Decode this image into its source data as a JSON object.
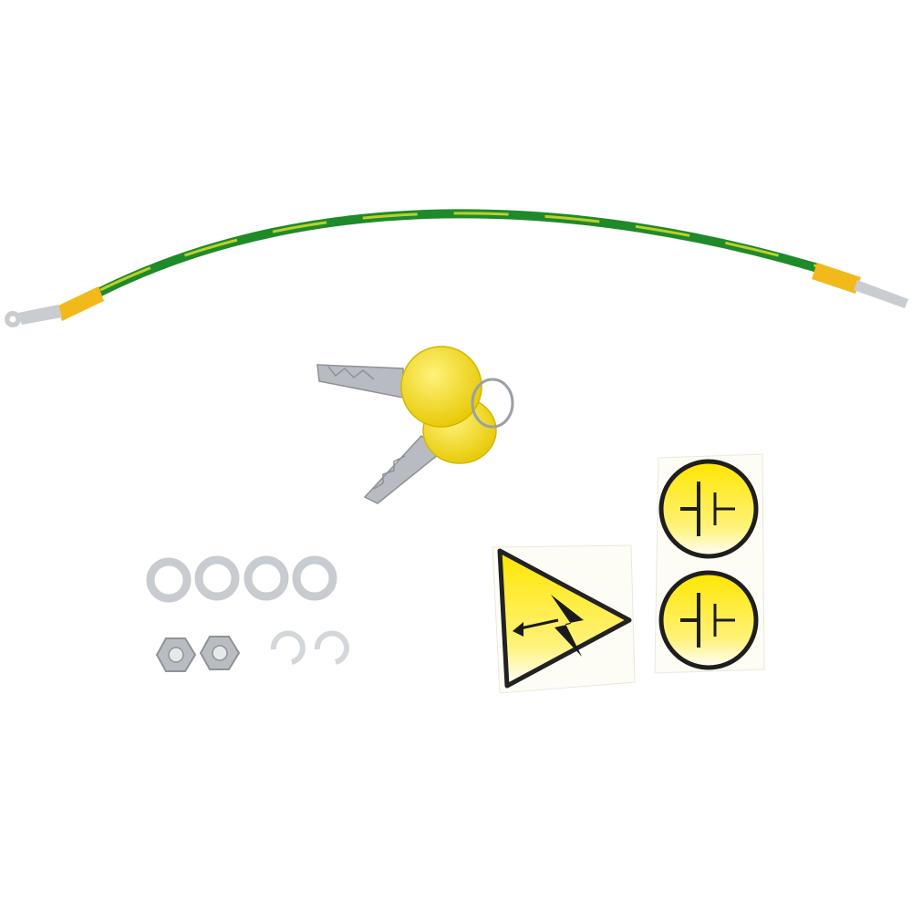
{
  "scene": {
    "background": "#ffffff",
    "items": [
      {
        "id": "ground-wire",
        "kind": "cable",
        "colors": {
          "green": "#1f8a2a",
          "yellow": "#e0dd1e",
          "ferrule": "#f2b91a",
          "lug": "#c9ccd0"
        }
      },
      {
        "id": "key-set",
        "kind": "keys",
        "count": 2,
        "colors": {
          "fob": "#f3d500",
          "metal": "#b8bcc2",
          "ring": "#9aa0a6"
        }
      },
      {
        "id": "washers",
        "kind": "washer",
        "count": 4,
        "color": "#c8cbcf"
      },
      {
        "id": "hex-nuts",
        "kind": "nut",
        "count": 2,
        "color": "#b9bcc1"
      },
      {
        "id": "lock-washers",
        "kind": "split-washer",
        "count": 2,
        "color": "#d3d6da"
      },
      {
        "id": "high-voltage-sticker",
        "kind": "warning-label",
        "icon": "lightning-bolt-icon",
        "colors": {
          "fill": "#ffe600",
          "border": "#222222"
        }
      },
      {
        "id": "ground-stickers",
        "kind": "ground-label",
        "count": 2,
        "icon": "ground-symbol-icon",
        "colors": {
          "fill": "#ffe600",
          "border": "#1e1e1e"
        }
      }
    ]
  }
}
